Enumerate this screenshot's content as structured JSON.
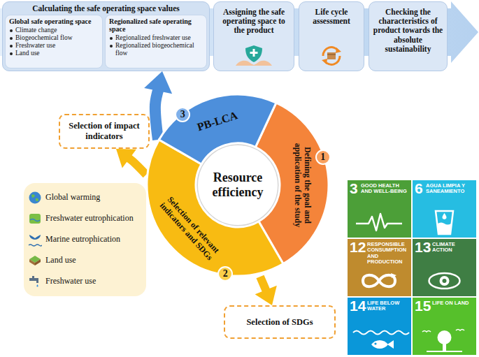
{
  "diagram": {
    "nodes": [
      {
        "text": [
          "Calculating the safe operating space values"
        ]
      },
      {
        "text": [
          "Global safe operating space",
          "Climate change",
          "Biogeochemical flow",
          "Freshwater use",
          "Land use"
        ],
        "in": 0
      },
      {
        "text": [
          "Regionalized safe operating space",
          "Regionalized freshwater use",
          "Regionalized biogeochemical flow"
        ],
        "in": 0
      },
      {
        "text": [
          "Assigning the safe operating space to the product"
        ]
      },
      {
        "text": [
          "Life cycle assessment"
        ]
      },
      {
        "text": [
          "Checking the characteristics of product towards the absolute sustainability"
        ]
      },
      {
        "text": [
          "Resource efficiency"
        ]
      },
      {
        "text": [
          "Defining the goal and application of the study",
          "1"
        ]
      },
      {
        "text": [
          "Selection of relevant indicators and SDGs",
          "2"
        ]
      },
      {
        "text": [
          "PB-LCA",
          "3"
        ]
      },
      {
        "text": [
          "Selection of impact indicators"
        ]
      },
      {
        "text": [
          "Global warming",
          "Freshwater eutrophication",
          "Marine eutrophication",
          "Land use",
          "Freshwater use"
        ]
      },
      {
        "text": [
          "Selection of SDGs"
        ]
      },
      {
        "text": [
          "3",
          "GOOD HEALTH AND WELL-BEING"
        ]
      },
      {
        "text": [
          "6",
          "AGUA LIMPIA Y SANEAMIENTO"
        ]
      },
      {
        "text": [
          "12",
          "RESPONSIBLE CONSUMPTION AND PRODUCTION"
        ]
      },
      {
        "text": [
          "13",
          "CLIMATE ACTION"
        ]
      },
      {
        "text": [
          "14",
          "LIFE BELOW WATER"
        ]
      },
      {
        "text": [
          "15",
          "LIFE ON LAND"
        ]
      }
    ],
    "edges": [
      {
        "from": 9,
        "to": 0,
        "arrow": "to"
      },
      {
        "from": 8,
        "to": 10,
        "arrow": "to"
      },
      {
        "from": 8,
        "to": 12,
        "arrow": "to"
      }
    ]
  }
}
